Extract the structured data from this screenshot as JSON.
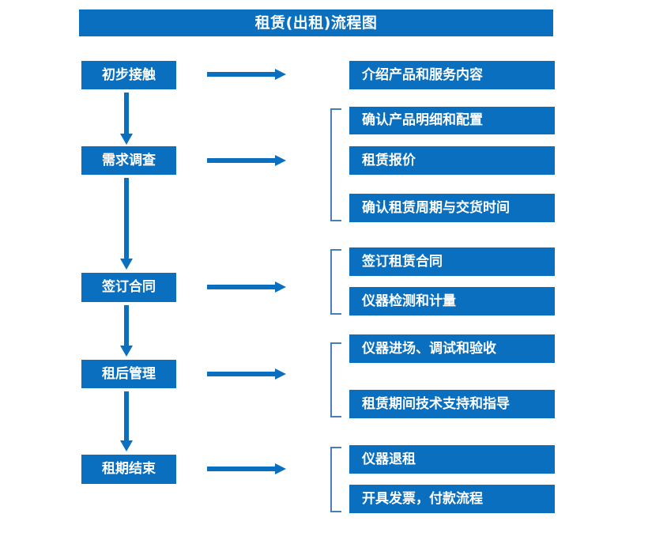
{
  "chart_title": "租赁(出租)流程图",
  "colors": {
    "primary_blue": "#0a6fbe",
    "bracket_blue": "#4a7ebb",
    "box_text": "#ffffff",
    "background": "#ffffff"
  },
  "stages": [
    {
      "id": "stage-1",
      "label": "初步接触"
    },
    {
      "id": "stage-2",
      "label": "需求调查"
    },
    {
      "id": "stage-3",
      "label": "签订合同"
    },
    {
      "id": "stage-4",
      "label": "租后管理"
    },
    {
      "id": "stage-5",
      "label": "租期结束"
    }
  ],
  "details": {
    "group1": [
      {
        "id": "detail-1-1",
        "label": "介绍产品和服务内容"
      }
    ],
    "group2": [
      {
        "id": "detail-2-1",
        "label": "确认产品明细和配置"
      },
      {
        "id": "detail-2-2",
        "label": "租赁报价"
      },
      {
        "id": "detail-2-3",
        "label": "确认租赁周期与交货时间"
      }
    ],
    "group3": [
      {
        "id": "detail-3-1",
        "label": "签订租赁合同"
      },
      {
        "id": "detail-3-2",
        "label": "仪器检测和计量"
      }
    ],
    "group4": [
      {
        "id": "detail-4-1",
        "label": "仪器进场、调试和验收"
      },
      {
        "id": "detail-4-2",
        "label": "租赁期间技术支持和指导"
      }
    ],
    "group5": [
      {
        "id": "detail-5-1",
        "label": "仪器退租"
      },
      {
        "id": "detail-5-2",
        "label": "开具发票，付款流程"
      }
    ]
  },
  "connectors": {
    "horizontal_arrow_name": "arrow-right",
    "vertical_arrow_name": "arrow-down",
    "bracket_name": "group-bracket"
  }
}
